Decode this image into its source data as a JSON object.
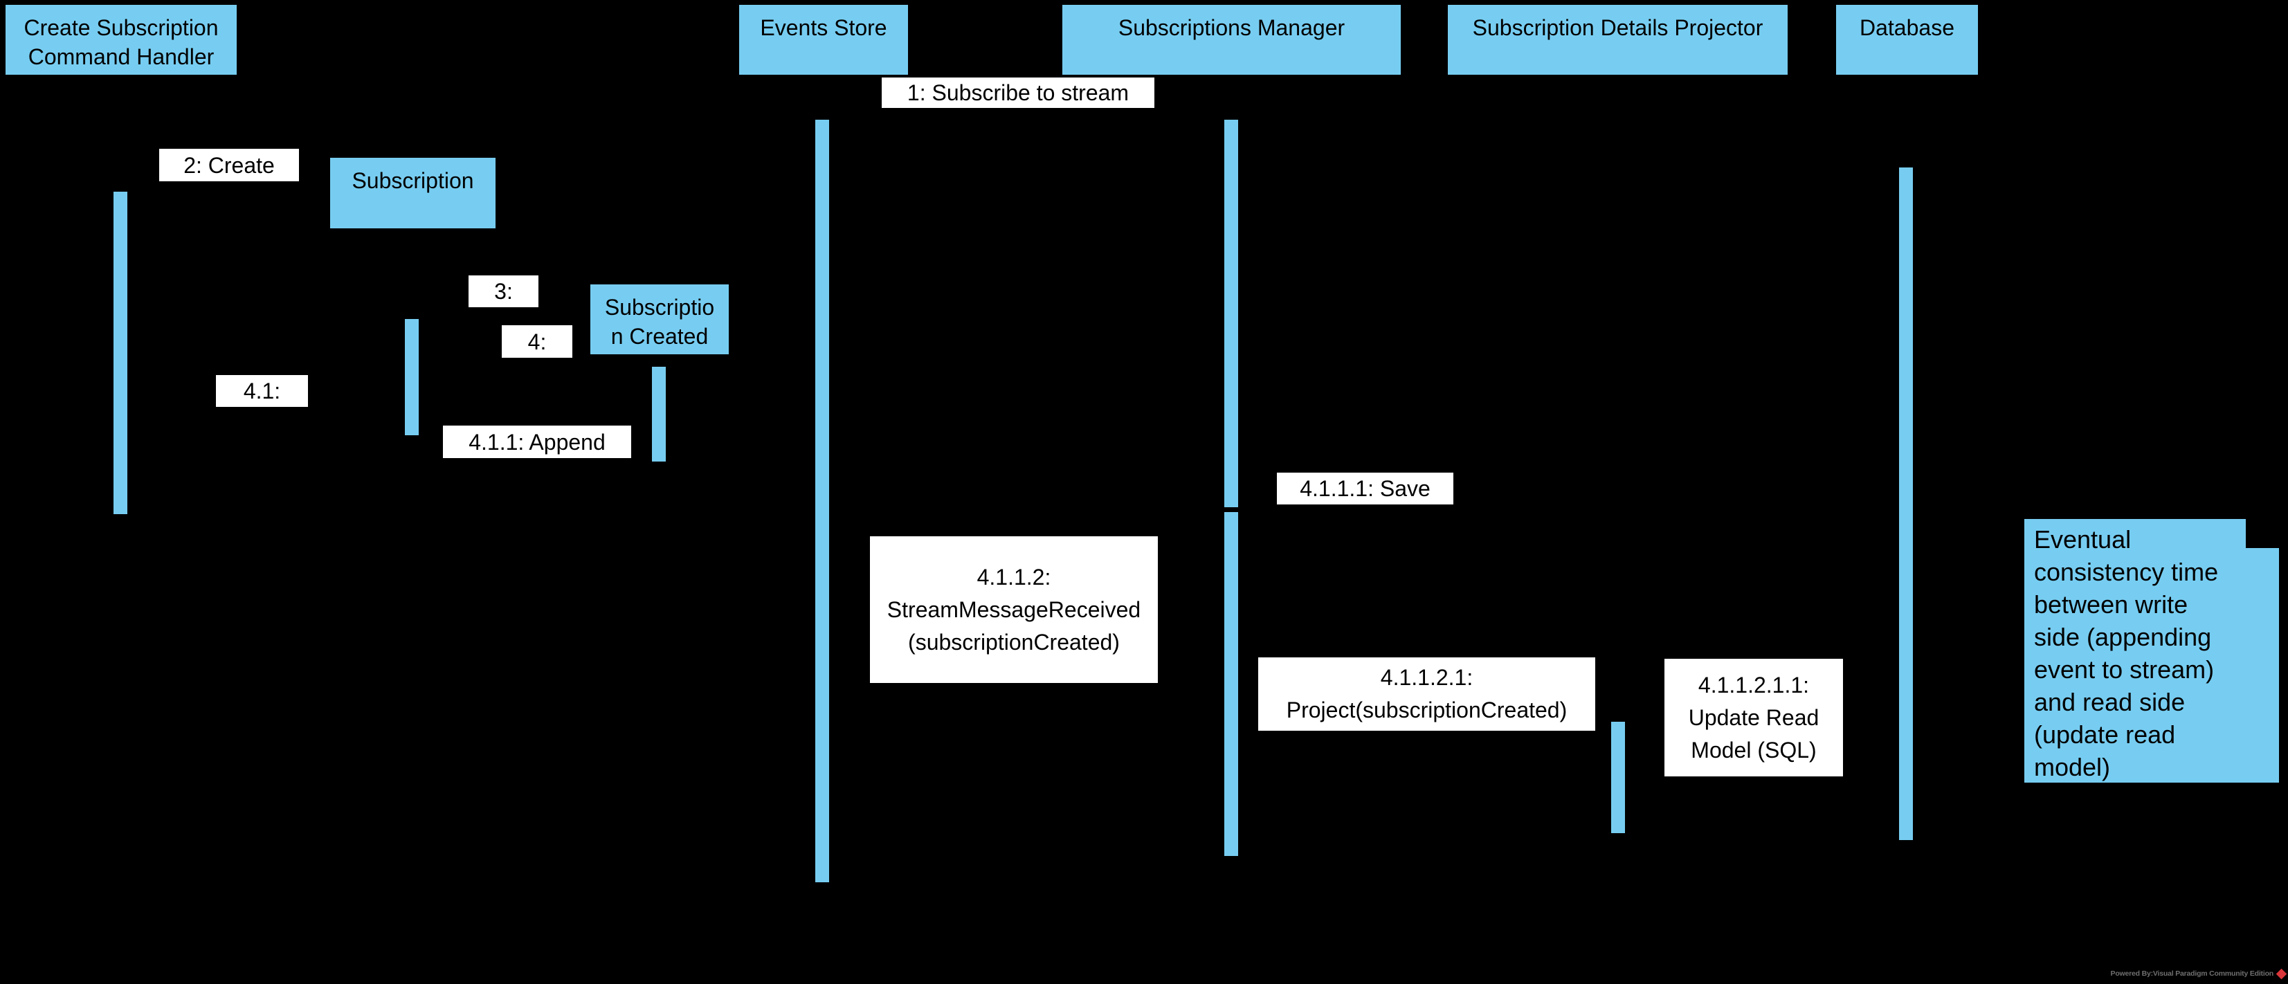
{
  "diagram": {
    "type": "uml-sequence-diagram",
    "colors": {
      "background": "#000000",
      "shape_fill": "#77CDF1",
      "label_background": "#ffffff",
      "text": "#000000",
      "watermark_text": "#6f6f6f",
      "watermark_logo": "#d8363a"
    },
    "lifelines": [
      {
        "id": "create-subscription-command-handler",
        "label": "Create Subscription\nCommand Handler"
      },
      {
        "id": "events-store",
        "label": "Events Store"
      },
      {
        "id": "subscriptions-manager",
        "label": "Subscriptions Manager"
      },
      {
        "id": "subscription-details-projector",
        "label": "Subscription Details Projector"
      },
      {
        "id": "database",
        "label": "Database"
      }
    ],
    "objects": [
      {
        "id": "subscription",
        "label": "Subscription"
      },
      {
        "id": "subscription-created",
        "label": "Subscriptio\nn Created"
      }
    ],
    "messages": [
      {
        "id": "1",
        "label": "1: Subscribe to stream"
      },
      {
        "id": "2",
        "label": "2: Create"
      },
      {
        "id": "3",
        "label": "3:"
      },
      {
        "id": "4",
        "label": "4:"
      },
      {
        "id": "4.1",
        "label": "4.1:"
      },
      {
        "id": "4.1.1",
        "label": "4.1.1: Append"
      },
      {
        "id": "4.1.1.1",
        "label": "4.1.1.1: Save"
      },
      {
        "id": "4.1.1.2",
        "label": "4.1.1.2:\nStreamMessageReceived\n(subscriptionCreated)"
      },
      {
        "id": "4.1.1.2.1",
        "label": "4.1.1.2.1:\nProject(subscriptionCreated)"
      },
      {
        "id": "4.1.1.2.1.1",
        "label": "4.1.1.2.1.1:\nUpdate Read\nModel (SQL)"
      }
    ],
    "note": {
      "text": "Eventual\nconsistency time\nbetween write\nside (appending\nevent to stream)\nand read side\n(update read\nmodel)"
    },
    "watermark": {
      "text": "Powered By:Visual Paradigm Community Edition"
    }
  }
}
